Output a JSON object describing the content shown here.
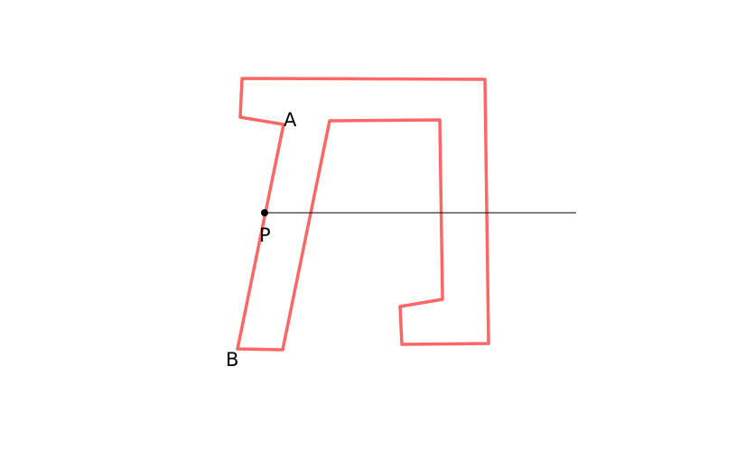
{
  "diagram": {
    "labels": {
      "a": "A",
      "b": "B",
      "p": "P"
    },
    "colors": {
      "outline": "#ff6666",
      "ray": "#000000",
      "point": "#000000",
      "label": "#000000",
      "background": "#ffffff"
    }
  }
}
